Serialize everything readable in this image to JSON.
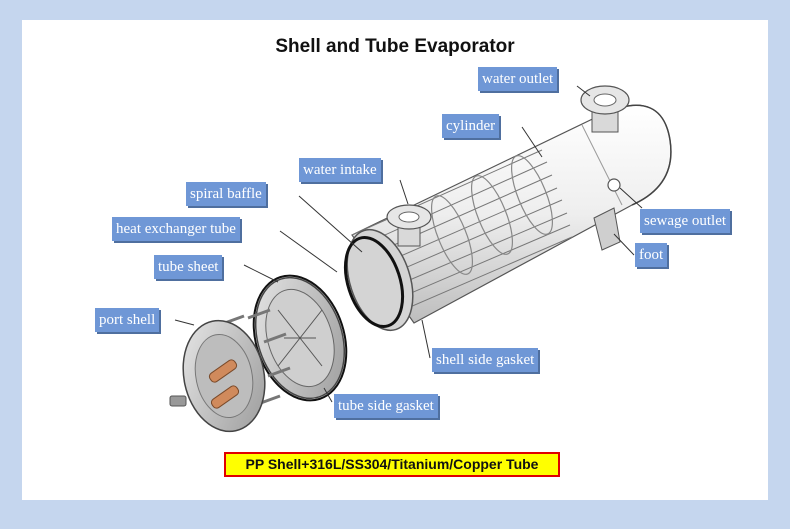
{
  "diagram": {
    "title": "Shell and Tube Evaporator",
    "labels": {
      "water_outlet": "water outlet",
      "cylinder": "cylinder",
      "water_intake": "water intake",
      "spiral_baffle": "spiral baffle",
      "heat_exchanger_tube": "heat exchanger tube",
      "tube_sheet": "tube sheet",
      "port_shell": "port shell",
      "sewage_outlet": "sewage outlet",
      "foot": "foot",
      "shell_side_gasket": "shell side gasket",
      "tube_side_gasket": "tube side gasket"
    },
    "banner": "PP Shell+316L/SS304/Titanium/Copper Tube"
  },
  "colors": {
    "page_background": "#c5d6ee",
    "label_background": "#6f97d6",
    "label_text": "#ffffff",
    "banner_background": "#ffff00",
    "banner_border": "#e00000"
  }
}
